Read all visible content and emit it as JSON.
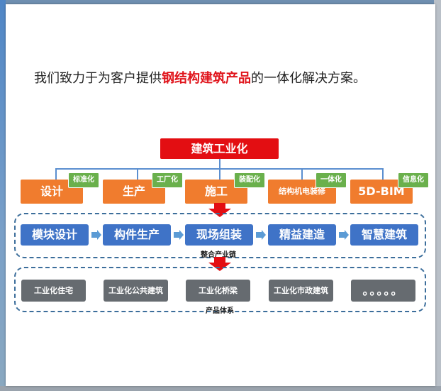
{
  "headline": {
    "prefix": "我们致力于为客户提供",
    "highlight": "钢结构建筑产品",
    "suffix": "的一体化解决方案。"
  },
  "top_box": {
    "label": "建筑工业化"
  },
  "stages": [
    {
      "label": "设计",
      "tag": "标准化"
    },
    {
      "label": "生产",
      "tag": "工厂化"
    },
    {
      "label": "施工",
      "tag": "装配化"
    },
    {
      "label": "结构机电装修",
      "tag": "一体化"
    },
    {
      "label": "5D-BIM",
      "tag": "信息化"
    }
  ],
  "chain": {
    "steps": [
      "模块设计",
      "构件生产",
      "现场组装",
      "精益建造",
      "智慧建筑"
    ],
    "label": "整合产业链"
  },
  "products": {
    "items": [
      "工业化住宅",
      "工业化公共建筑",
      "工业化桥梁",
      "工业化市政建筑",
      "。。。。。"
    ],
    "label": "产品体系"
  },
  "colors": {
    "red": "#e30e12",
    "orange": "#f07c2e",
    "green_tag": "#6ab04c",
    "blue": "#3f73c7",
    "gray": "#666b70",
    "arrow_blue": "#5b9bd5"
  }
}
